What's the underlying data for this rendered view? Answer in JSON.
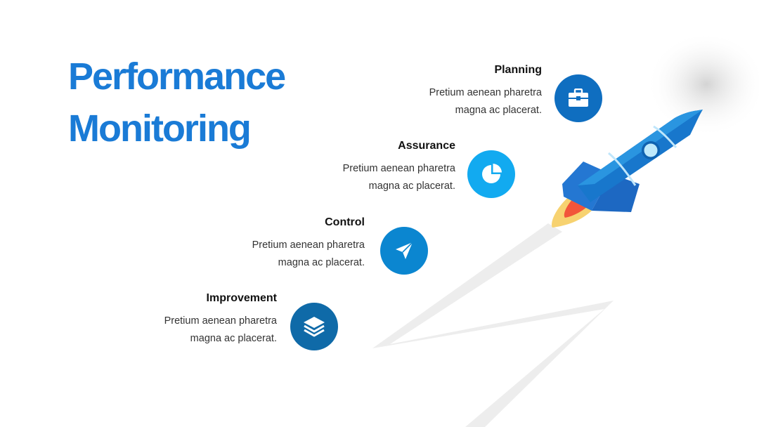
{
  "slide": {
    "title_line1": "Performance",
    "title_line2": "Monitoring",
    "accent_color": "#1a7bd6"
  },
  "steps": [
    {
      "heading": "Planning",
      "desc_line1": "Pretium aenean pharetra",
      "desc_line2": "magna ac placerat.",
      "icon": "briefcase-icon",
      "color": "#0f6ec0"
    },
    {
      "heading": "Assurance",
      "desc_line1": "Pretium aenean pharetra",
      "desc_line2": "magna ac placerat.",
      "icon": "pie-chart-icon",
      "color": "#12aaf0"
    },
    {
      "heading": "Control",
      "desc_line1": "Pretium aenean pharetra",
      "desc_line2": "magna ac placerat.",
      "icon": "paper-plane-icon",
      "color": "#0b86d0"
    },
    {
      "heading": "Improvement",
      "desc_line1": "Pretium aenean pharetra",
      "desc_line2": "magna ac placerat.",
      "icon": "layers-icon",
      "color": "#0f6aa8"
    }
  ]
}
